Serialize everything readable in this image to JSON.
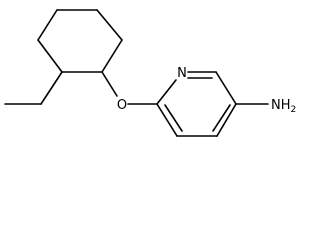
{
  "molecule": {
    "atoms": {
      "nitrogen_ring": "N",
      "oxygen": "O",
      "amine": "NH",
      "amine_subscript": "2"
    },
    "colors": {
      "bond": "#000000",
      "label": "#000000",
      "background": "#ffffff"
    }
  }
}
